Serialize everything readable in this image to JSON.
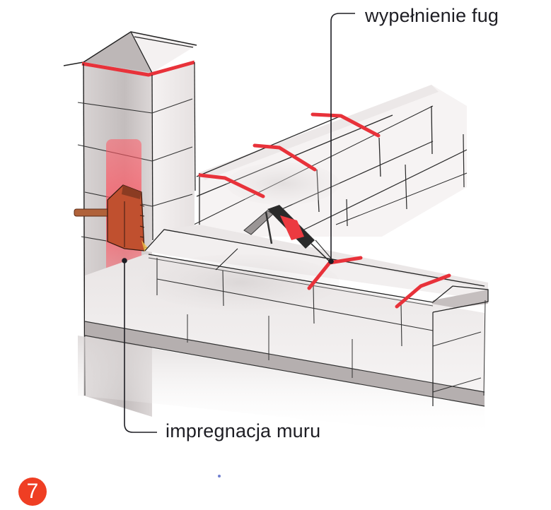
{
  "figure": {
    "number": "7",
    "badge_color": "#ef3e23",
    "accent_color": "#e8323a",
    "ink_color": "#1e1e24"
  },
  "callouts": [
    {
      "id": "joint-filling",
      "label": "wypełnienie fug"
    },
    {
      "id": "wall-impregnation",
      "label": "impregnacja muru"
    }
  ],
  "illustration": {
    "subject": "brick-wall-with-pillar",
    "elements": [
      "pillar-with-pyramid-cap",
      "coping-stones",
      "red-sealed-joints",
      "caulking-gun",
      "paint-brush",
      "red-impregnation-zone"
    ]
  }
}
